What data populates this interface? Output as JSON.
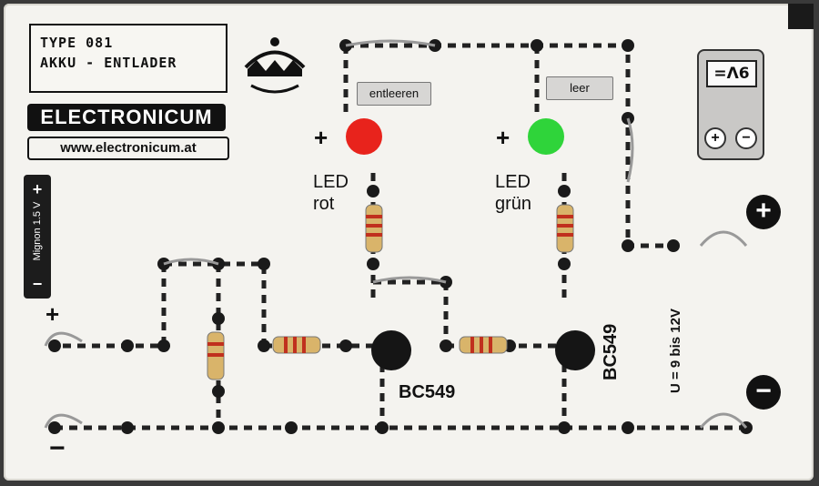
{
  "label": {
    "line1": "TYPE 081",
    "line2": "AKKU - ENTLADER"
  },
  "brand": "ELECTRONICUM",
  "url": "www.electronicum.at",
  "tags": {
    "empty_out": "entleeren",
    "empty": "leer"
  },
  "led_red": {
    "line1": "LED",
    "line2": "rot",
    "color": "#e8231c"
  },
  "led_green": {
    "line1": "LED",
    "line2": "grün",
    "color": "#2fd43a"
  },
  "transistors": {
    "left": "BC549",
    "right": "BC549"
  },
  "voltage": "U = 9 bis 12V",
  "meter": {
    "display": "=Λ6",
    "plus": "+",
    "minus": "−"
  },
  "battery": {
    "text": "Mignon 1.5 V",
    "plus": "+",
    "minus": "−"
  },
  "signs": {
    "plus": "+",
    "minus": "−"
  },
  "icons": [
    "logo-icon",
    "plus-circle-icon",
    "minus-circle-icon"
  ]
}
